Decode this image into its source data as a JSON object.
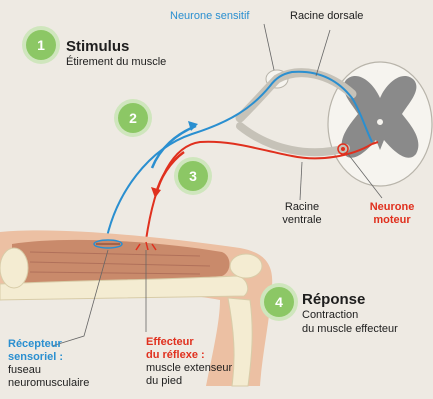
{
  "labels": {
    "sensory_neuron": "Neurone sensitif",
    "dorsal_root": "Racine dorsale",
    "ventral_root_1": "Racine",
    "ventral_root_2": "ventrale",
    "motor_neuron_1": "Neurone",
    "motor_neuron_2": "moteur",
    "receptor_1": "Récepteur",
    "receptor_2": "sensoriel :",
    "receptor_3": "fuseau",
    "receptor_4": "neuromusculaire",
    "effector_1": "Effecteur",
    "effector_2": "du réflexe :",
    "effector_3": "muscle extenseur",
    "effector_4": "du pied"
  },
  "steps": [
    {
      "number": "1",
      "title": "Stimulus",
      "desc": "Étirement du muscle"
    },
    {
      "number": "2"
    },
    {
      "number": "3"
    },
    {
      "number": "4",
      "title": "Réponse",
      "desc_1": "Contraction",
      "desc_2": "du muscle effecteur"
    }
  ],
  "colors": {
    "sensory": "#2a8fd0",
    "motor": "#e0301e",
    "badge": "#8cc765",
    "grey_matter": "#8a8a8a",
    "muscle": "#c98a6b"
  }
}
